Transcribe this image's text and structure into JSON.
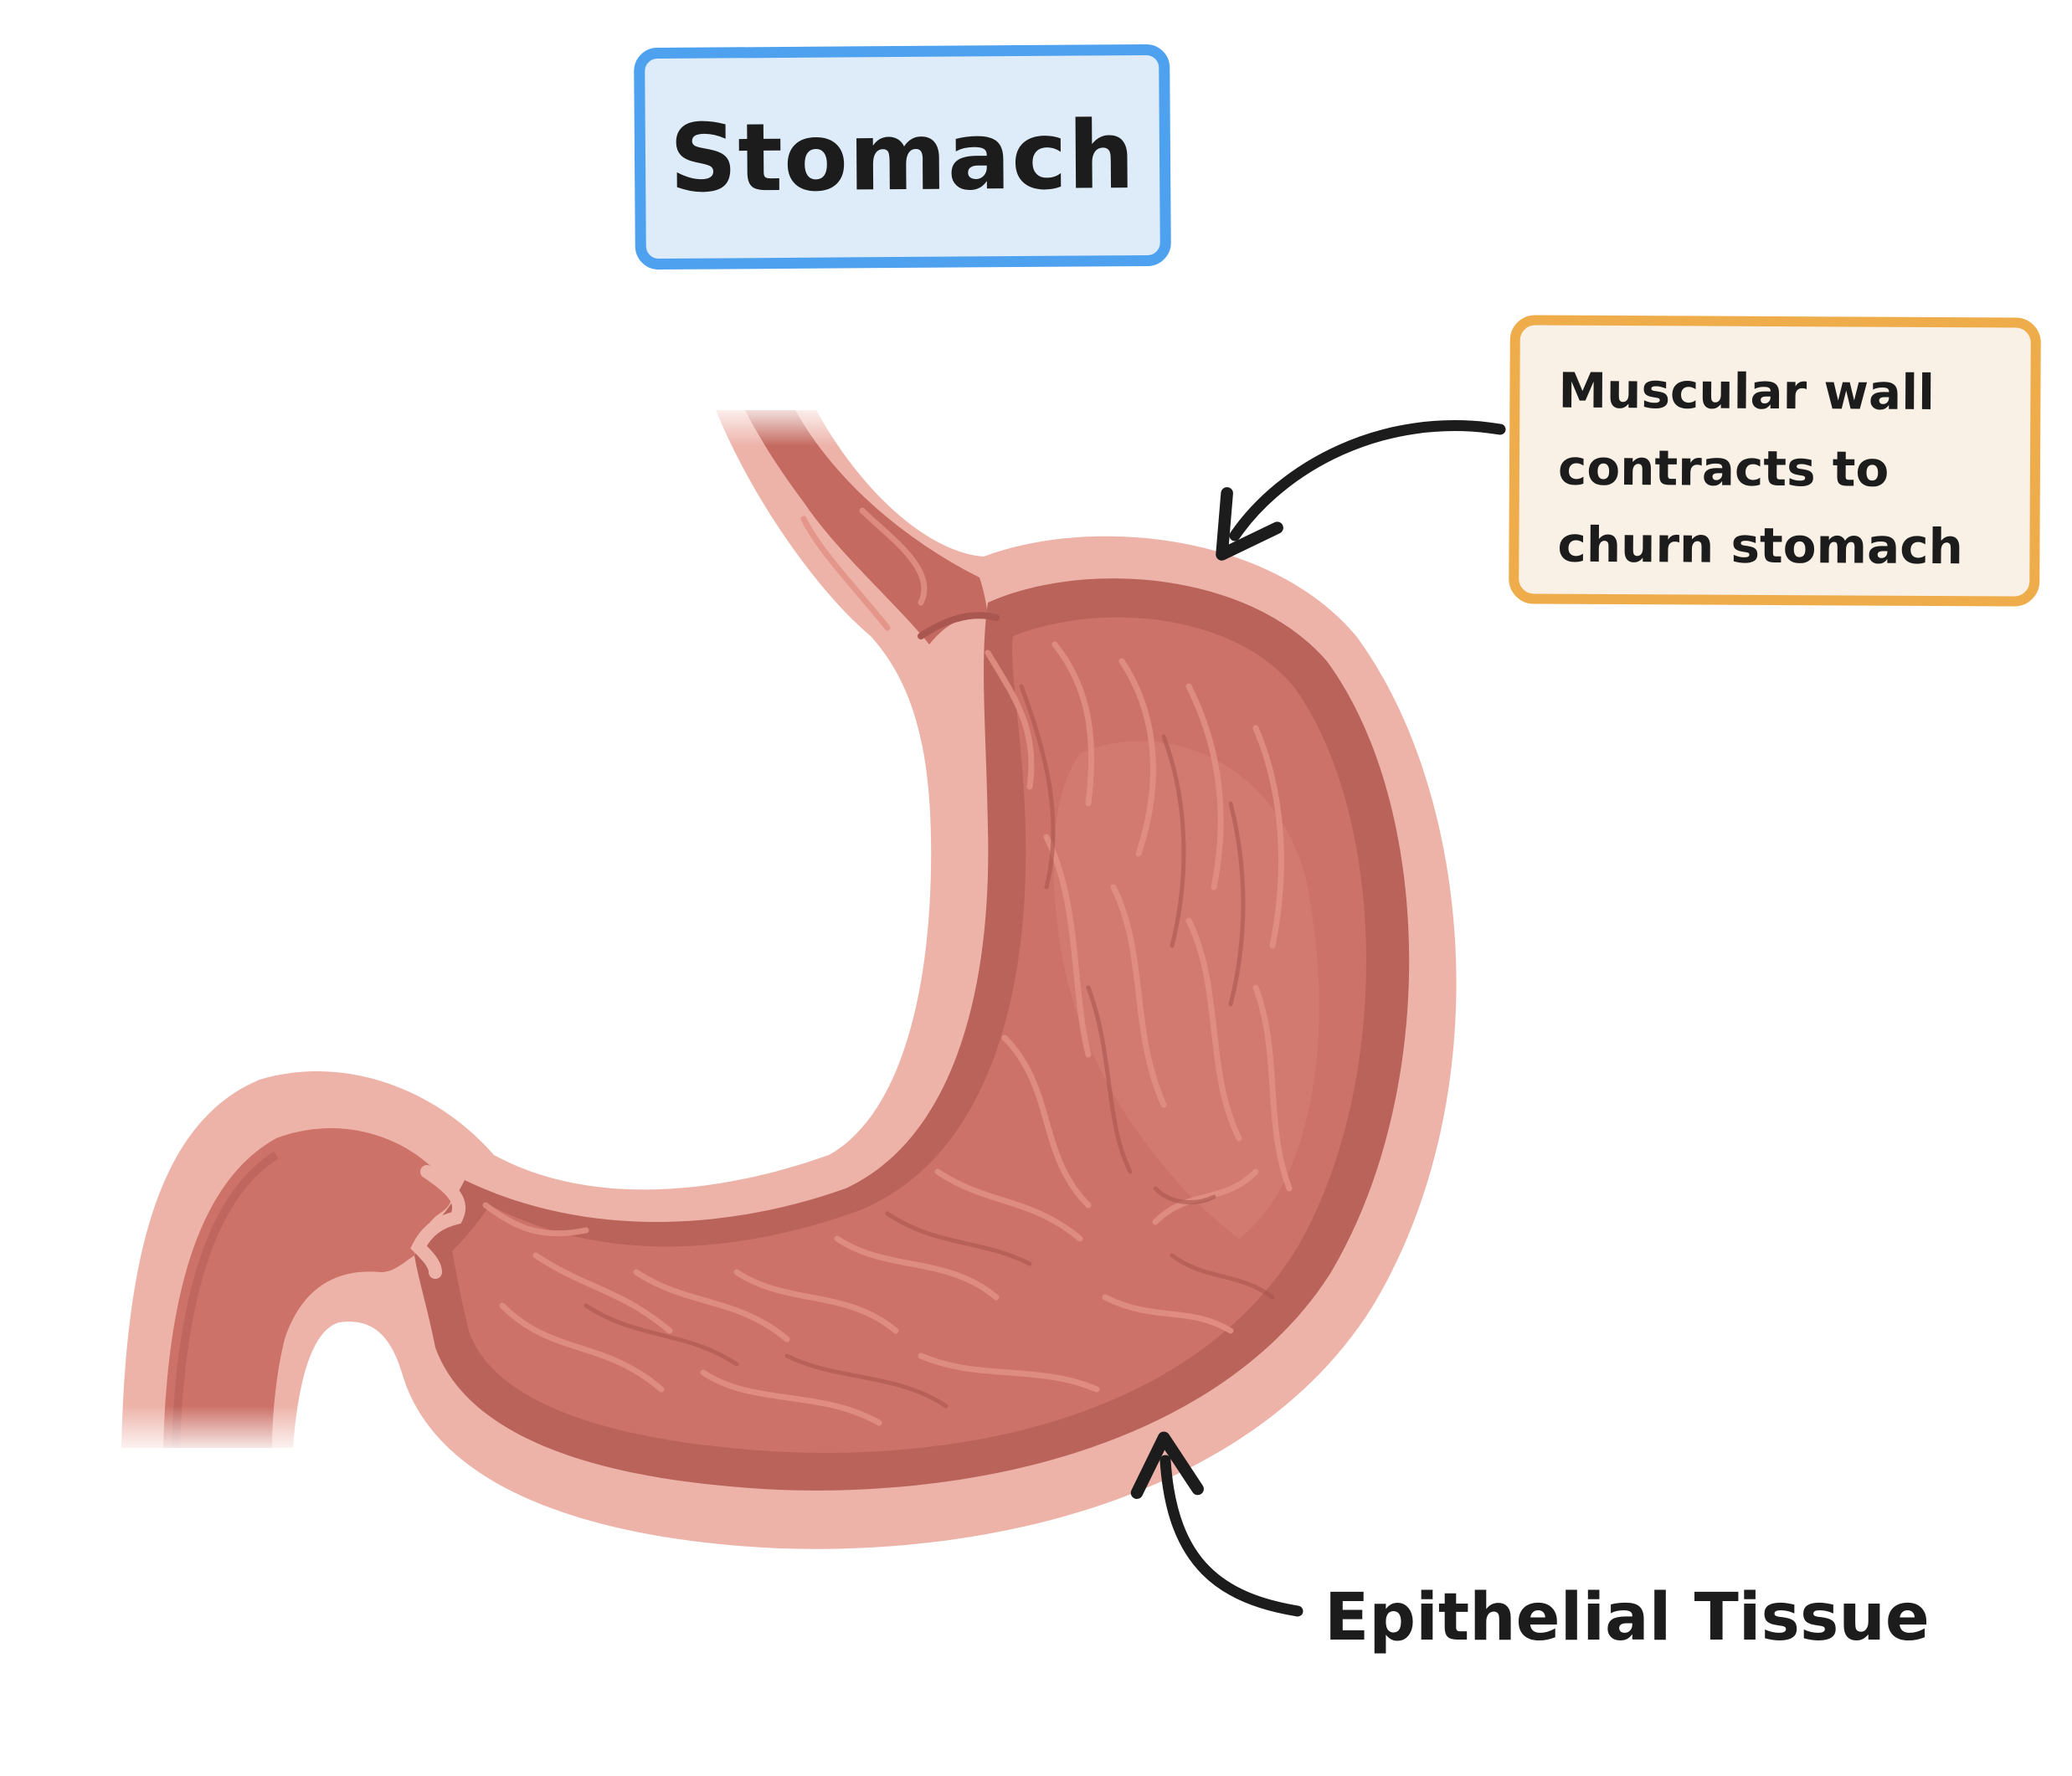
{
  "title": "Stomach",
  "labels": {
    "muscular_wall": {
      "lines": [
        "Muscular wall",
        "contracts to",
        "churn stomach"
      ]
    },
    "epithelial": "Epithelial Tissue"
  },
  "colors": {
    "title_border": "#4ea1ee",
    "title_fill": "#ddecf8",
    "callout_border": "#eeac4b",
    "callout_fill": "#f9f1e6",
    "outer_layer": "#edb3a9",
    "inner_wall": "#b9635b",
    "lumen": "#cd7268",
    "fold_highlight": "#e39185",
    "arrow": "#1c1c1c"
  },
  "icons": [
    "stomach-illustration",
    "curved-arrow-icon"
  ]
}
